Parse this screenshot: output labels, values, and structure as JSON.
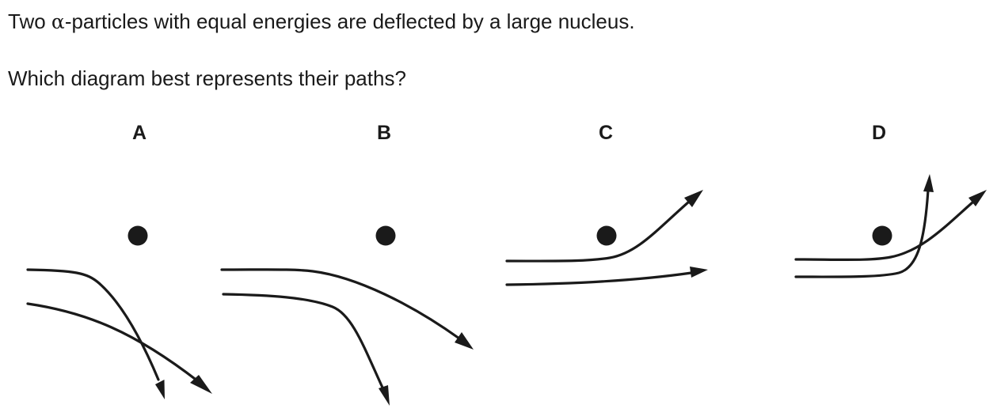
{
  "question": {
    "line1_prefix": "Two ",
    "line1_symbol": "α",
    "line1_suffix": "-particles with equal energies are deflected by a large nucleus.",
    "line2": "Which diagram best represents their paths?"
  },
  "options": [
    {
      "label": "A"
    },
    {
      "label": "B"
    },
    {
      "label": "C"
    },
    {
      "label": "D"
    }
  ],
  "colors": {
    "ink": "#1a1a1a",
    "background": "#ffffff"
  }
}
